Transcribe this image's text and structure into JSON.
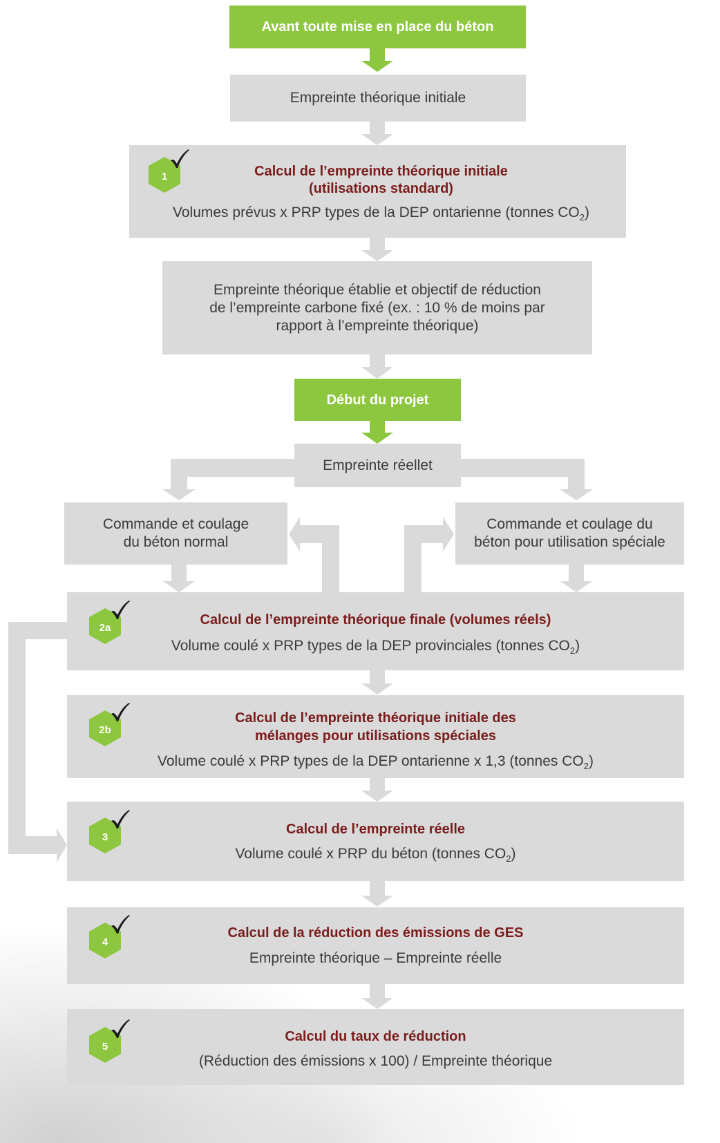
{
  "colors": {
    "green": "#8dc63f",
    "box_gray": "#dadada",
    "title": "#7a1c1c",
    "text": "#3a3a3a",
    "badge_text": "#ffffff",
    "check": "#1a1a1a"
  },
  "icons": {
    "badge": "hexagon-icon",
    "check": "checkmark-icon"
  },
  "flow": {
    "start": {
      "label": "Avant toute mise en place du béton"
    },
    "initial_footprint": {
      "label": "Empreinte théorique initiale"
    },
    "step_1": {
      "badge": "1",
      "title_lines": [
        "Calcul de l’empreinte théorique initiale",
        "(utilisations standard)"
      ],
      "formula": {
        "text": "Volumes prévus x PRP types de la DEP ontarienne (tonnes CO",
        "sub": "2",
        "after": ")"
      }
    },
    "target": {
      "lines": [
        "Empreinte théorique établie et objectif de réduction",
        "de l’empreinte carbone fixé (ex. : 10 % de moins par",
        "rapport à l’empreinte théorique)"
      ]
    },
    "project_start": {
      "label": "Début du projet"
    },
    "actual_footprint": {
      "label": "Empreinte réellet"
    },
    "normal_concrete": {
      "lines": [
        "Commande et coulage",
        "du béton normal"
      ]
    },
    "special_concrete": {
      "lines": [
        "Commande et coulage du",
        "béton pour utilisation spéciale"
      ]
    },
    "step_2a": {
      "badge": "2a",
      "title_lines": [
        "Calcul de l’empreinte théorique finale (volumes réels)"
      ],
      "formula": {
        "text": "Volume coulé x PRP types de la DEP provinciales (tonnes CO",
        "sub": "2",
        "after": ")"
      }
    },
    "step_2b": {
      "badge": "2b",
      "title_lines": [
        "Calcul de l’empreinte théorique initiale des",
        "mélanges pour utilisations spéciales"
      ],
      "formula": {
        "text": "Volume coulé x PRP types de la DEP ontarienne x 1,3 (tonnes CO",
        "sub": "2",
        "after": ")"
      }
    },
    "step_3": {
      "badge": "3",
      "title_lines": [
        "Calcul de l’empreinte réelle"
      ],
      "formula": {
        "text": "Volume coulé x PRP du béton (tonnes CO",
        "sub": "2",
        "after": ")"
      }
    },
    "step_4": {
      "badge": "4",
      "title_lines": [
        "Calcul de la réduction des émissions de GES"
      ],
      "formula": {
        "text": "Empreinte théorique – Empreinte réelle"
      }
    },
    "step_5": {
      "badge": "5",
      "title_lines": [
        "Calcul du taux de réduction"
      ],
      "formula": {
        "text": "(Réduction des émissions x 100) / Empreinte théorique"
      }
    }
  }
}
